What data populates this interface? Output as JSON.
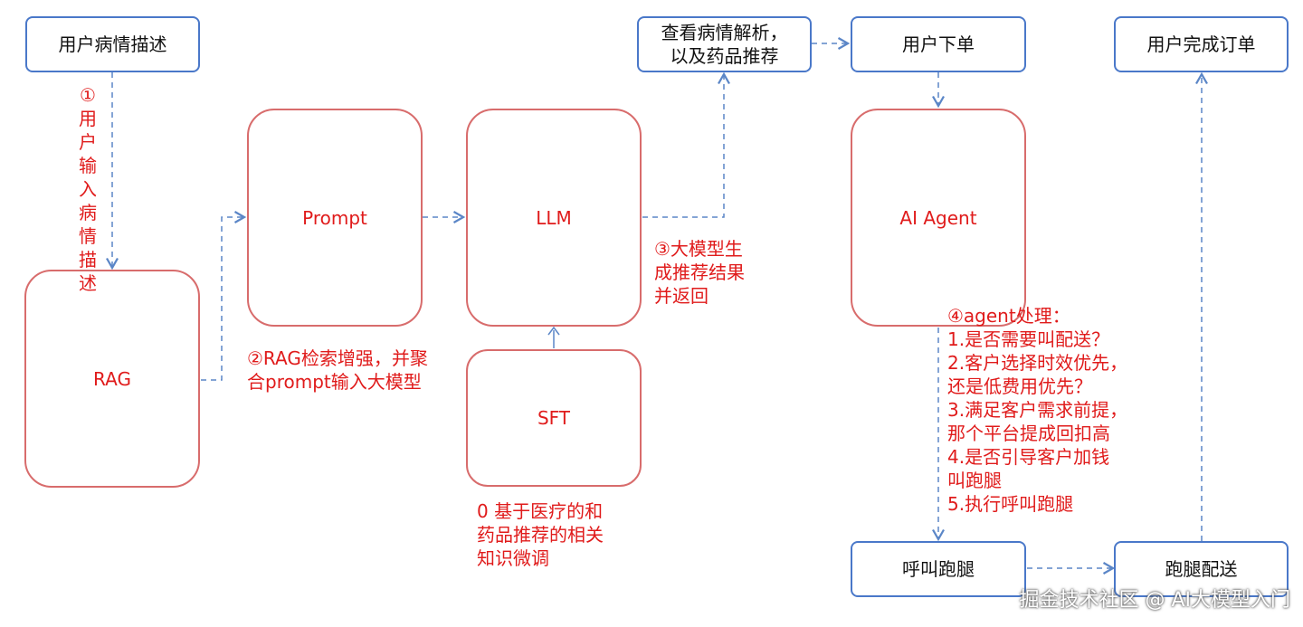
{
  "nodes": {
    "user_desc": "用户病情描述",
    "view_analysis": "查看病情解析，\n以及药品推荐",
    "user_order": "用户下单",
    "user_complete": "用户完成订单",
    "rag": "RAG",
    "prompt": "Prompt",
    "llm": "LLM",
    "sft": "SFT",
    "agent": "AI Agent",
    "call_runner": "呼叫跑腿",
    "runner_deliver": "跑腿配送"
  },
  "notes": {
    "step1_vertical": "①用户输入病情描述",
    "step2": "②RAG检索增强，并聚\n合prompt输入大模型",
    "step3": "③大模型生\n成推荐结果\n并返回",
    "step0": "0 基于医疗的和\n药品推荐的相关\n知识微调",
    "step4": "④agent处理：\n1.是否需要叫配送？\n2.客户选择时效优先，\n还是低费用优先？\n3.满足客户需求前提，\n那个平台提成回扣高\n4.是否引导客户加钱\n叫跑腿\n5.执行呼叫跑腿"
  },
  "watermark": "掘金技术社区 @ AI大模型入门",
  "colors": {
    "blue_border": "#4a78c9",
    "red_border": "#d86c6c",
    "red_text": "#e01b1b",
    "arrow": "#5b86c7"
  }
}
